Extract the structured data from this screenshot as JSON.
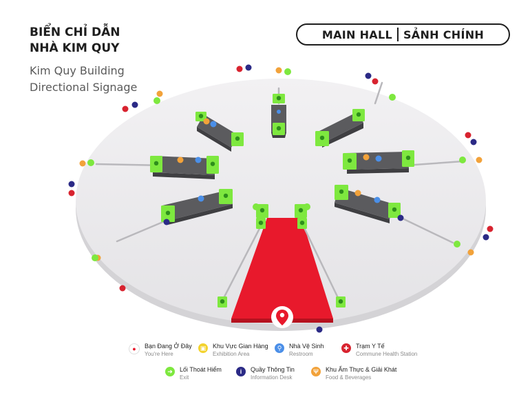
{
  "header": {
    "title_vi_line1": "BIỂN CHỈ DẪN",
    "title_vi_line2": "NHÀ KIM QUY",
    "title_en_line1": "Kim Quy Building",
    "title_en_line2": "Directional Signage"
  },
  "hall": {
    "left": "MAIN HALL",
    "right": "SẢNH CHÍNH"
  },
  "colors": {
    "floor": "#e9e8ea",
    "floor_edge": "#d4d3d6",
    "exit": "#7ee83f",
    "sign_body": "#5b5b5e",
    "you_are_here": "#e8192c",
    "info": "#2b2a86",
    "restroom": "#4b8fe8",
    "first_aid": "#d8232f",
    "food": "#f2a23a",
    "exhibition": "#f3d22c"
  },
  "legend": [
    {
      "icon": "location-pin-icon",
      "vi": "Bạn Đang Ở Đây",
      "en": "You're Here"
    },
    {
      "icon": "exhibition-icon",
      "vi": "Khu Vực Gian Hàng",
      "en": "Exhibition Area"
    },
    {
      "icon": "restroom-icon",
      "vi": "Nhà Vệ Sinh",
      "en": "Restroom"
    },
    {
      "icon": "first-aid-icon",
      "vi": "Trạm Y Tế",
      "en": "Commune Health Station"
    },
    {
      "icon": "exit-icon",
      "vi": "Lối Thoát Hiểm",
      "en": "Exit"
    },
    {
      "icon": "info-icon",
      "vi": "Quầy Thông Tin",
      "en": "Information Desk"
    },
    {
      "icon": "food-icon",
      "vi": "Khu Ẩm Thực & Giải Khát",
      "en": "Food & Beverages"
    }
  ]
}
